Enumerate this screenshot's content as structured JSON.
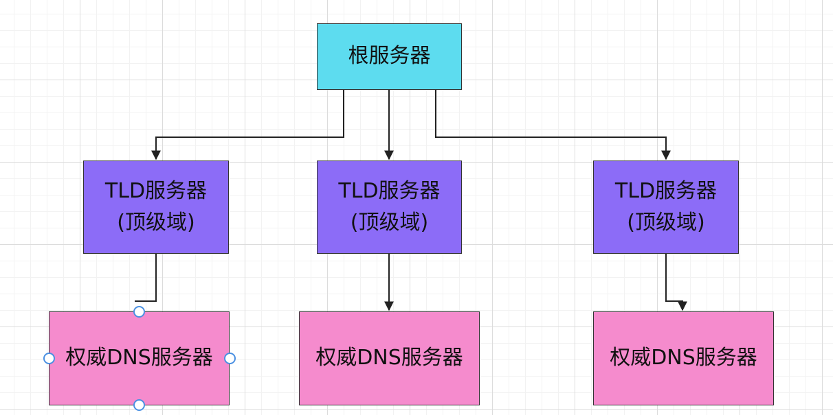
{
  "diagram": {
    "root": {
      "label": "根服务器"
    },
    "tld": [
      {
        "line1": "TLD服务器",
        "line2": "(顶级域)"
      },
      {
        "line1": "TLD服务器",
        "line2": "(顶级域)"
      },
      {
        "line1": "TLD服务器",
        "line2": "(顶级域)"
      }
    ],
    "authoritative": [
      {
        "label": "权威DNS服务器"
      },
      {
        "label": "权威DNS服务器"
      },
      {
        "label": "权威DNS服务器"
      }
    ],
    "colors": {
      "root_fill": "#5ddcef",
      "tld_fill": "#8c6cf7",
      "auth_fill": "#f58bcd",
      "edge": "#222222",
      "selection_handle": "#4a90e2"
    }
  }
}
